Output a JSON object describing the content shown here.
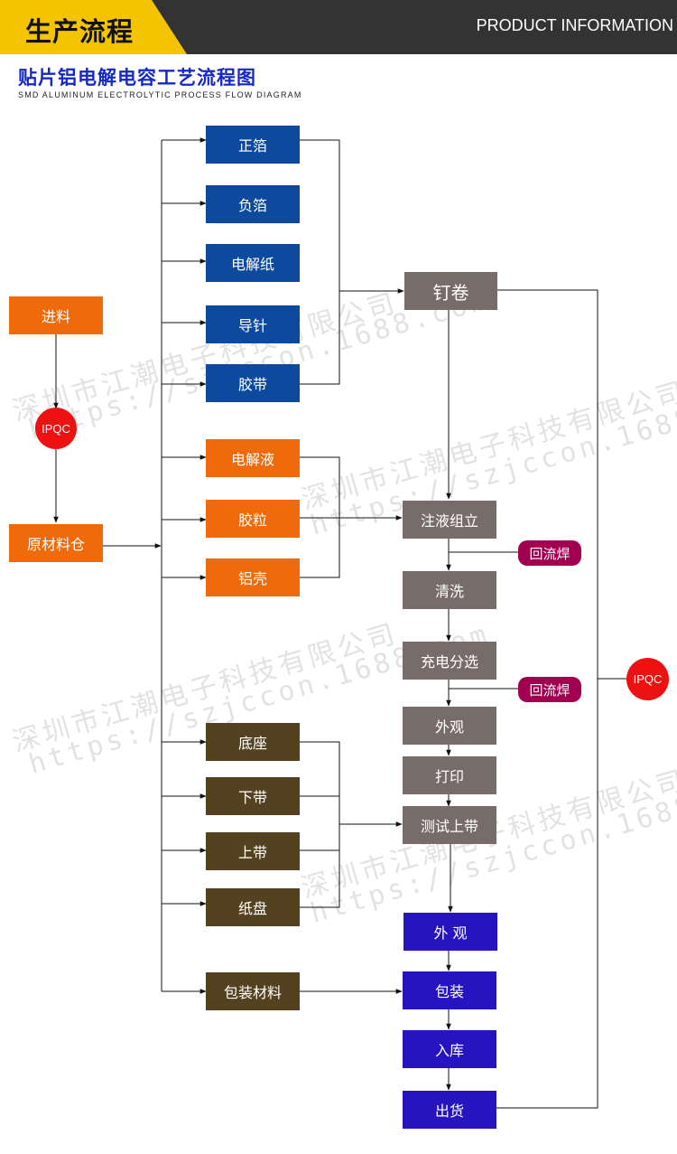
{
  "header": {
    "title": "生产流程",
    "english": "PRODUCT INFORMATION"
  },
  "subtitle": {
    "cn": "贴片铝电解电容工艺流程图",
    "en": "SMD ALUMINUM ELECTROLYTIC PROCESS FLOW DIAGRAM"
  },
  "watermark": {
    "company": "深圳市江潮电子科技有限公司",
    "url": "https://szjccon.1688.com"
  },
  "left": {
    "incoming": "进料",
    "ipqc": "IPQC",
    "warehouse": "原材料仓"
  },
  "materials": {
    "positive_foil": "正箔",
    "negative_foil": "负箔",
    "paper": "电解纸",
    "lead": "导针",
    "tape": "胶带",
    "electrolyte": "电解液",
    "rubber": "胶粒",
    "case": "铝壳",
    "base": "底座",
    "lower_tape": "下带",
    "upper_tape": "上带",
    "reel": "纸盘",
    "packaging": "包装材料"
  },
  "process": {
    "winding": "钉卷",
    "assembly": "注液组立",
    "wash": "清洗",
    "aging": "充电分选",
    "appearance": "外观",
    "print": "打印",
    "test_tape": "测试上带",
    "appearance2": "外 观",
    "pack": "包装",
    "store": "入库",
    "ship": "出货"
  },
  "reflow": [
    "回流焊",
    "回流焊"
  ],
  "right": {
    "ipqc": "IPQC"
  },
  "colors": {
    "blue": "#0d4a9e",
    "orange": "#ee6a0a",
    "brown": "#54411f",
    "grey": "#786c6b",
    "purple": "#2514c0",
    "pill": "#a0004f",
    "ipqc": "#ee1111",
    "header": "#333333",
    "tab": "#f5c400"
  }
}
